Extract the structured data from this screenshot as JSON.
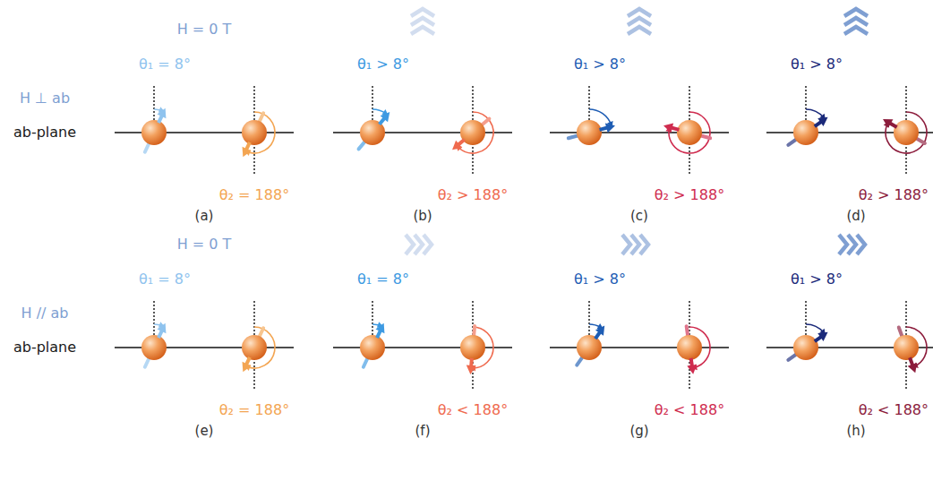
{
  "diagram": {
    "labels": [
      "H = 0 T",
      "θ₁ = 8°",
      "θ₁ > 8°",
      "θ₁ > 8°",
      "θ₁ > 8°",
      "H ⊥ ab",
      "ab-plane",
      "θ₂ = 188°",
      "θ₂ > 188°",
      "θ₂ > 188°",
      "θ₂ > 188°",
      "(a)",
      "(b)",
      "(c)",
      "(d)",
      "H = 0 T",
      "θ₁ = 8°",
      "θ₁ = 8°",
      "θ₁ > 8°",
      "θ₁ > 8°",
      "H // ab",
      "ab-plane",
      "θ₂ = 188°",
      "θ₂ < 188°",
      "θ₂ < 188°",
      "θ₂ < 188°",
      "(e)",
      "(f)",
      "(g)",
      "(h)"
    ]
  }
}
